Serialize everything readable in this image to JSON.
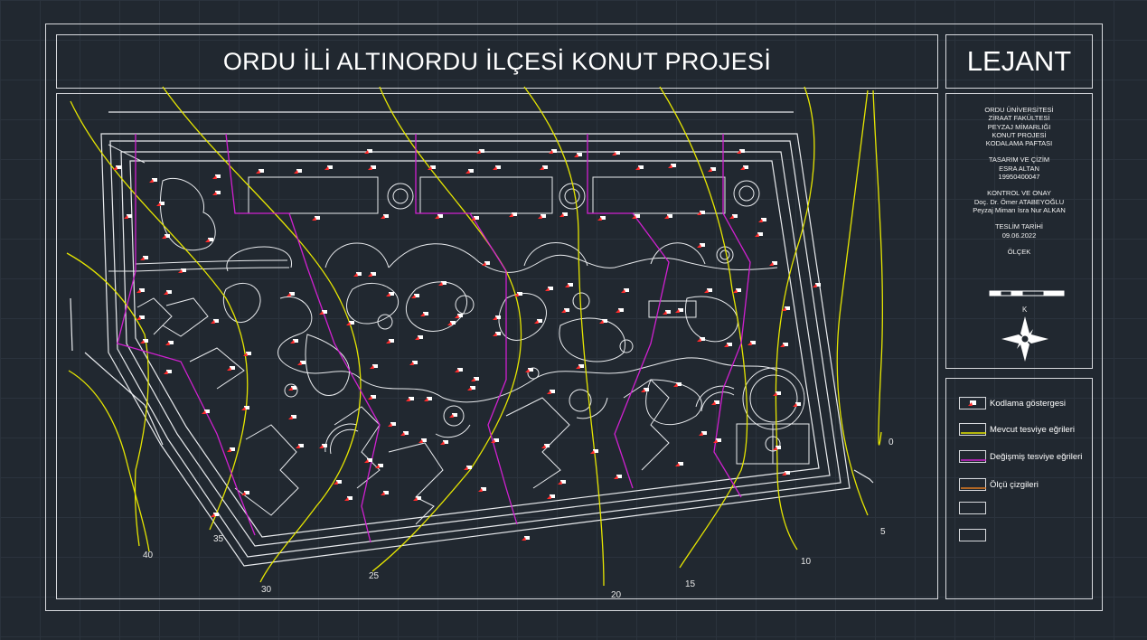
{
  "title": "ORDU İLİ ALTINORDU İLÇESİ KONUT PROJESİ",
  "legend_title": "LEJANT",
  "info": {
    "institution": [
      "ORDU ÜNİVERSİTESİ",
      "ZİRAAT FAKÜLTESİ",
      "PEYZAJ MİMARLIĞI",
      "KONUT PROJESİ",
      "KODALAMA PAFTASI"
    ],
    "design_label": "TASARIM VE ÇİZİM",
    "designer_name": "ESRA ALTAN",
    "designer_id": "19950400047",
    "control_label": "KONTROL VE ONAY",
    "controller_1": "Doç. Dr. Ömer ATABEYOĞLU",
    "controller_2": "Peyzaj Mimarı İsra Nur ALKAN",
    "date_label": "TESLİM TARİHİ",
    "date_value": "09.06.2022",
    "scale_label": "ÖLÇEK",
    "north_label": "K"
  },
  "legend": [
    {
      "label": "Kodlama göstergesi",
      "symbol": "red-marker-icon",
      "color": "#ff2a2a"
    },
    {
      "label": "Mevcut tesviye eğrileri",
      "symbol": "yellow-line",
      "color": "#e6e600"
    },
    {
      "label": "Değişmiş tesviye eğrileri",
      "symbol": "magenta-line",
      "color": "#d020d0"
    },
    {
      "label": "Ölçü çizgileri",
      "symbol": "orange-line",
      "color": "#e07a20"
    },
    {
      "label": "",
      "symbol": "empty"
    },
    {
      "label": "",
      "symbol": "empty"
    }
  ],
  "contour_labels": [
    "0",
    "5",
    "10",
    "15",
    "20",
    "25",
    "30",
    "35",
    "40"
  ],
  "colors": {
    "background": "#212830",
    "lines": "#d8dade",
    "existing_contour": "#e6e600",
    "changed_contour": "#d020d0",
    "marker": "#ff2a2a"
  }
}
